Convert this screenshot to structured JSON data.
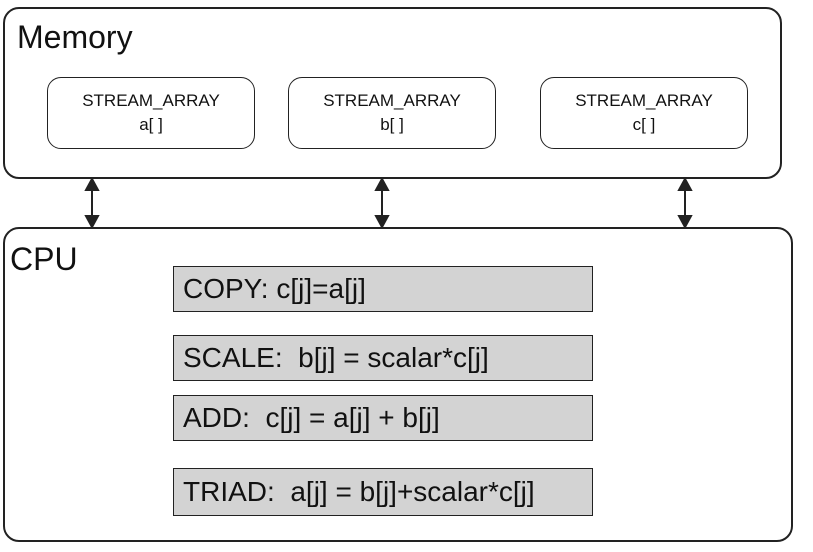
{
  "memory": {
    "title": "Memory",
    "arrays": [
      {
        "line1": "STREAM_ARRAY",
        "line2": "a[ ]"
      },
      {
        "line1": "STREAM_ARRAY",
        "line2": "b[ ]"
      },
      {
        "line1": "STREAM_ARRAY",
        "line2": "c[ ]"
      }
    ]
  },
  "cpu": {
    "title": "CPU",
    "operations": [
      {
        "text": "COPY: c[j]=a[j]"
      },
      {
        "text": "SCALE:  b[j] = scalar*c[j]"
      },
      {
        "text": "ADD:  c[j] = a[j] + b[j]"
      },
      {
        "text": "TRIAD:  a[j] = b[j]+scalar*c[j]"
      }
    ]
  },
  "colors": {
    "operation_fill": "#d3d3d3",
    "stroke": "#222222"
  }
}
